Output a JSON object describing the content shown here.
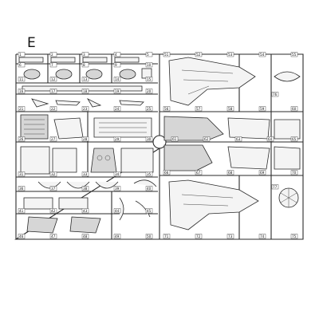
{
  "sprue": {
    "letter": "E"
  },
  "parts": {
    "labels": [
      "1",
      "2",
      "3",
      "4",
      "5",
      "6",
      "7",
      "8",
      "9",
      "10",
      "11",
      "12",
      "13",
      "14",
      "15",
      "16",
      "17",
      "18",
      "19",
      "20",
      "21",
      "22",
      "23",
      "24",
      "25",
      "26",
      "27",
      "28",
      "29",
      "30",
      "31",
      "32",
      "33",
      "34",
      "35",
      "36",
      "37",
      "38",
      "39",
      "40",
      "41",
      "42",
      "43",
      "44",
      "45",
      "46",
      "47",
      "48",
      "49",
      "50",
      "51",
      "52",
      "53",
      "54",
      "55",
      "56",
      "57",
      "58",
      "59",
      "60",
      "61",
      "62",
      "63",
      "64",
      "65",
      "66",
      "67",
      "68",
      "69",
      "70",
      "71",
      "72",
      "73",
      "74",
      "75",
      "76",
      "77"
    ]
  }
}
